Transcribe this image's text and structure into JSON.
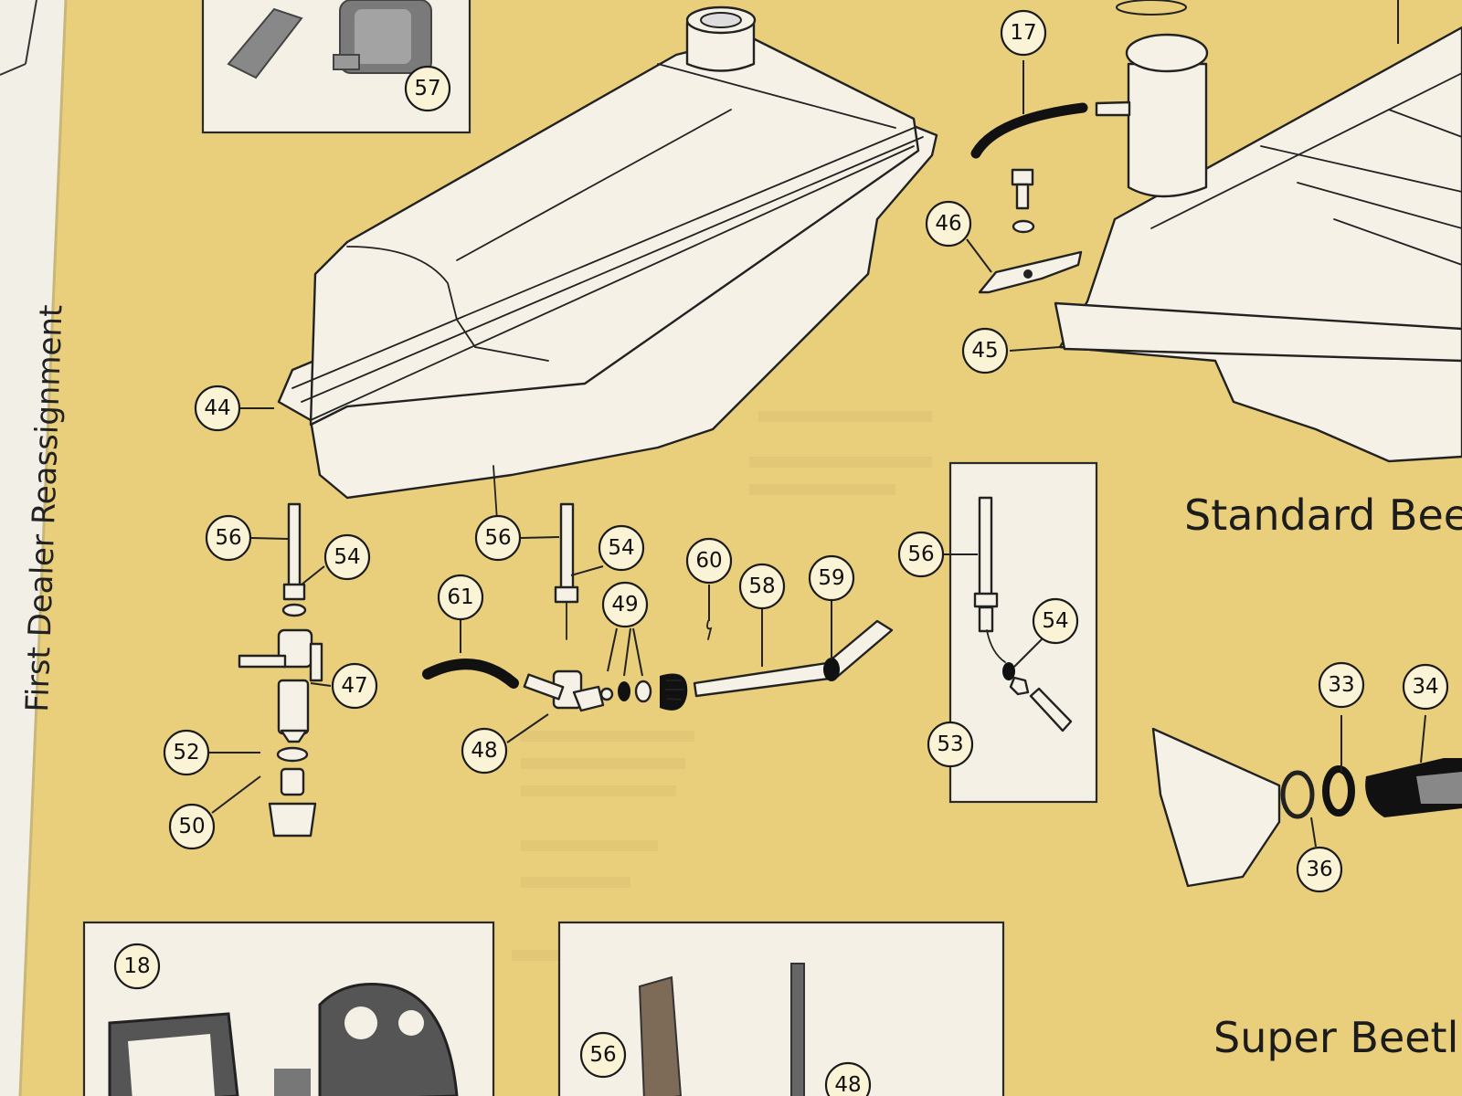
{
  "headings": {
    "standard": "Standard Bee",
    "super": "Super Beetl"
  },
  "margin_text": "First Dealer Reassignment",
  "callouts": {
    "c17": "17",
    "c44": "44",
    "c45": "45",
    "c46": "46",
    "c57": "57",
    "c56a": "56",
    "c54a": "54",
    "c47": "47",
    "c52": "52",
    "c50": "50",
    "c56b": "56",
    "c54b": "54",
    "c61": "61",
    "c49": "49",
    "c60": "60",
    "c58": "58",
    "c59": "59",
    "c48": "48",
    "c56c": "56",
    "c54c": "54",
    "c53": "53",
    "c33": "33",
    "c34": "34",
    "c36": "36",
    "c18": "18",
    "c56d": "56",
    "c48b": "48"
  },
  "colors": {
    "page": "#e9cf7c",
    "panel": "#f4f0e5",
    "ink": "#1a1a1a"
  }
}
